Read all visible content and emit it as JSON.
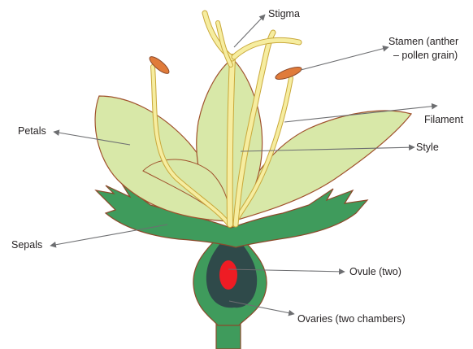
{
  "labels": {
    "stigma": "Stigma",
    "stamen_line1": "Stamen (anther",
    "stamen_line2": "– pollen grain)",
    "filament": "Filament",
    "petals": "Petals",
    "style": "Style",
    "sepals": "Sepals",
    "ovule": "Ovule (two)",
    "ovaries": "Ovaries (two chambers)"
  },
  "colors": {
    "petal_fill": "#d8e8a8",
    "petal_stroke": "#a0522d",
    "sepal_fill": "#3f9b5c",
    "ovary_dark": "#2f4a4a",
    "ovule": "#ee1c24",
    "pistil_fill": "#f6eda0",
    "pistil_stroke": "#c9a83a",
    "anther": "#e07b3a",
    "leader_line": "#6d6e71"
  }
}
